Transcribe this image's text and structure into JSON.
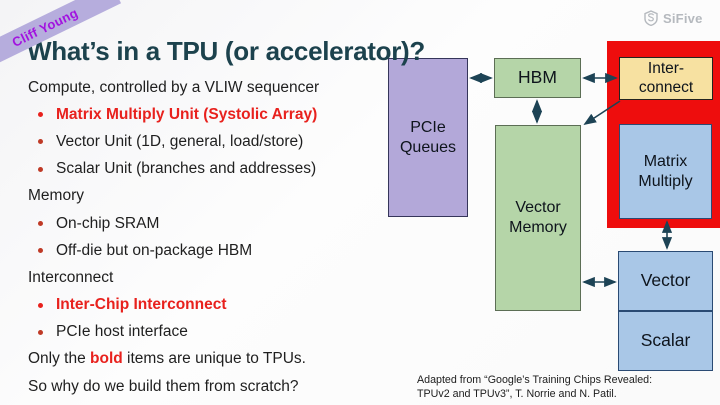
{
  "ribbon": {
    "label": "Cliff Young"
  },
  "logo": {
    "label": "SiFive"
  },
  "title": "What’s in a TPU (or accelerator)?",
  "content": {
    "lines": [
      {
        "type": "plain",
        "text": "Compute, controlled by a VLIW sequencer"
      },
      {
        "type": "bullet",
        "style": "red-bold",
        "text": "Matrix Multiply Unit (Systolic Array)"
      },
      {
        "type": "bullet",
        "text": "Vector Unit (1D, general, load/store)"
      },
      {
        "type": "bullet",
        "text": "Scalar Unit (branches and addresses)"
      },
      {
        "type": "plain",
        "text": "Memory"
      },
      {
        "type": "bullet",
        "text": "On-chip SRAM"
      },
      {
        "type": "bullet",
        "text": "Off-die but on-package HBM"
      },
      {
        "type": "plain",
        "text": "Interconnect"
      },
      {
        "type": "bullet",
        "style": "red-bold",
        "text": "Inter-Chip Interconnect"
      },
      {
        "type": "bullet",
        "text": "PCIe host interface"
      },
      {
        "type": "plain",
        "segments": [
          {
            "text": "Only the "
          },
          {
            "text": "bold",
            "style": "red-bold"
          },
          {
            "text": " items are unique to TPUs."
          }
        ]
      },
      {
        "type": "plain",
        "text": "So why do we build them from scratch?"
      }
    ]
  },
  "diagram": {
    "boxes": {
      "pcie": {
        "label": "PCIe\nQueues"
      },
      "hbm": {
        "label": "HBM"
      },
      "interconnect": {
        "label": "Inter-\nconnect"
      },
      "matrix": {
        "label": "Matrix\nMultiply"
      },
      "vector_memory": {
        "label": "Vector\nMemory"
      },
      "vector": {
        "label": "Vector"
      },
      "scalar": {
        "label": "Scalar"
      }
    },
    "caption": "Adapted from “Google’s Training Chips Revealed:\nTPUv2 and TPUv3”, T. Norrie and N. Patil."
  },
  "colors": {
    "title": "#1c424d",
    "red_text": "#e8211d",
    "bullet": "#bf3a26",
    "ribbon_bg": "#b6addd",
    "ribbon_text": "#a213df",
    "logo_gray": "#b5b9be",
    "red_highlight": "#ee0d0d",
    "box_purple": "#b3a8d9",
    "box_green": "#b5d5a8",
    "box_blue": "#a9c7e7",
    "box_yellow": "#f7e1a1",
    "arrow": "#1d4355"
  }
}
